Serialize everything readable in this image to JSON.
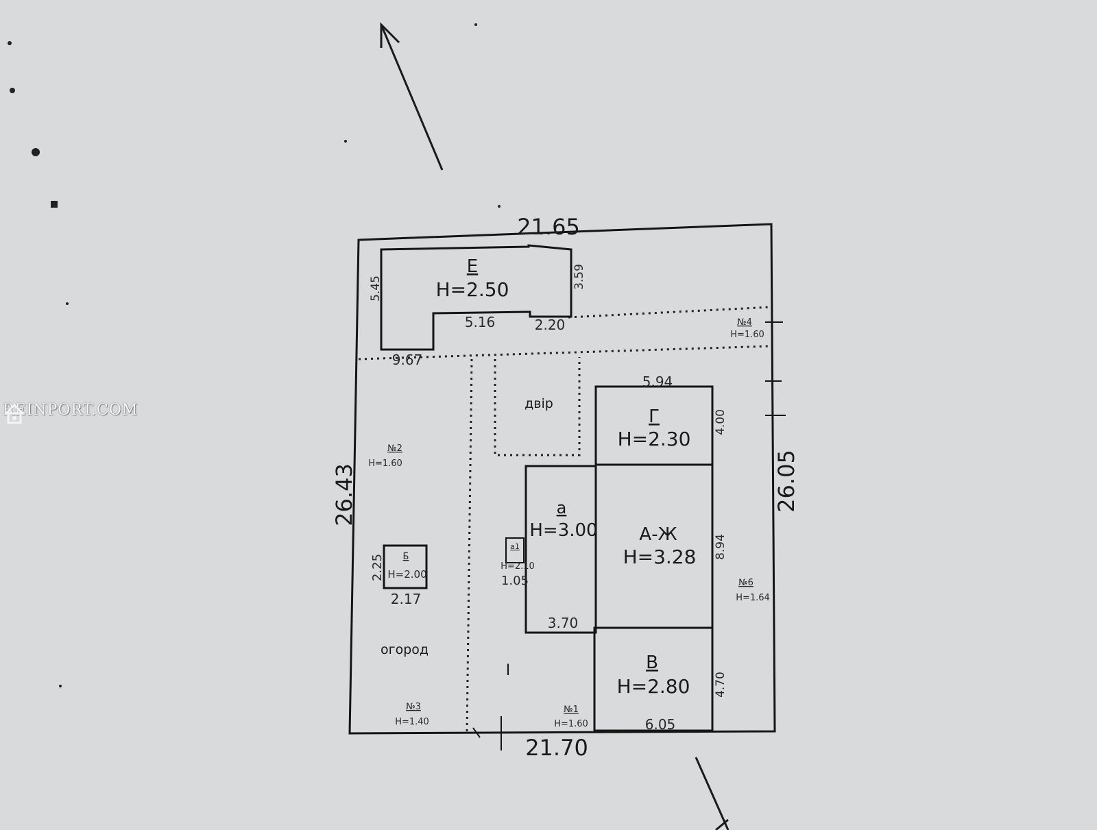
{
  "watermark": {
    "text": "REINPORT.COM"
  },
  "plan": {
    "boundary": {
      "top": "21.65",
      "bottom": "21.70",
      "left": "26.43",
      "right": "26.05"
    },
    "buildings": [
      {
        "id": "E",
        "letter": "Е",
        "height": "H=2.50",
        "dims": [
          "5.45",
          "3.59",
          "5.16",
          "2.20",
          "9.67"
        ]
      },
      {
        "id": "G",
        "letter": "Г",
        "height": "H=2.30",
        "dims": [
          "5.94",
          "4.00"
        ]
      },
      {
        "id": "a",
        "letter": "а",
        "height": "H=3.00",
        "dims": [
          "3.70"
        ]
      },
      {
        "id": "AZh",
        "letter": "А-Ж",
        "height": "H=3.28",
        "dims": [
          "8.94"
        ]
      },
      {
        "id": "V",
        "letter": "В",
        "height": "H=2.80",
        "dims": [
          "6.05",
          "4.70"
        ]
      },
      {
        "id": "B",
        "letter": "Б",
        "height": "H=2.00",
        "dims": [
          "2.25",
          "2.17"
        ]
      },
      {
        "id": "a1",
        "letter": "а1",
        "height": "H=2.10",
        "dims": [
          "1.05"
        ]
      }
    ],
    "areas": {
      "yard": "двір",
      "garden": "огород",
      "marker": "I"
    },
    "fences": [
      {
        "id": "n1",
        "no": "№1",
        "h": "H=1.60"
      },
      {
        "id": "n2",
        "no": "№2",
        "h": "H=1.60"
      },
      {
        "id": "n3",
        "no": "№3",
        "h": "H=1.40"
      },
      {
        "id": "n4",
        "no": "№4",
        "h": "H=1.60"
      },
      {
        "id": "n6",
        "no": "№6",
        "h": "H=1.64"
      }
    ]
  }
}
